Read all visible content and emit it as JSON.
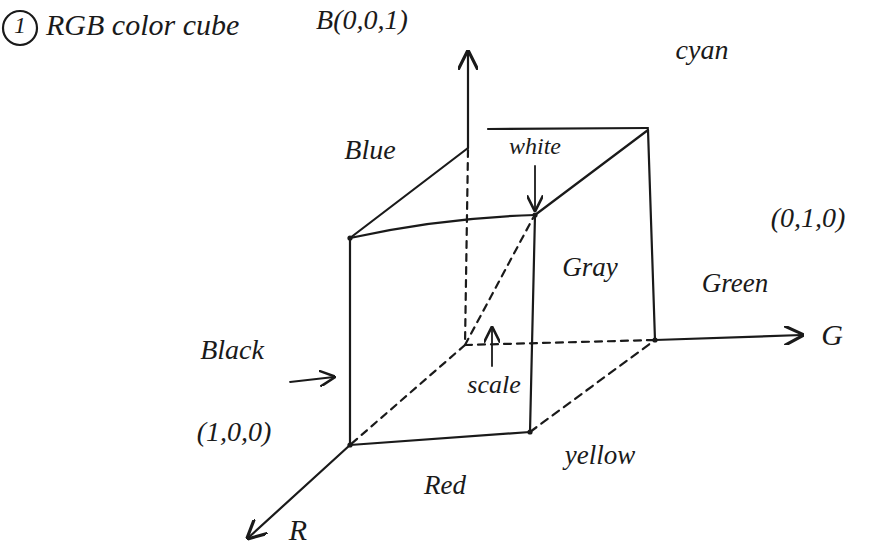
{
  "diagram": {
    "title": "RGB color cube",
    "labels": [
      "1",
      "B(0,0,1)",
      "cyan",
      "Blue",
      "white",
      "(0,1,0)",
      "Gray",
      "Green",
      "G",
      "Black",
      "scale",
      "(1,0,0)",
      "yellow",
      "Red",
      "R"
    ]
  }
}
